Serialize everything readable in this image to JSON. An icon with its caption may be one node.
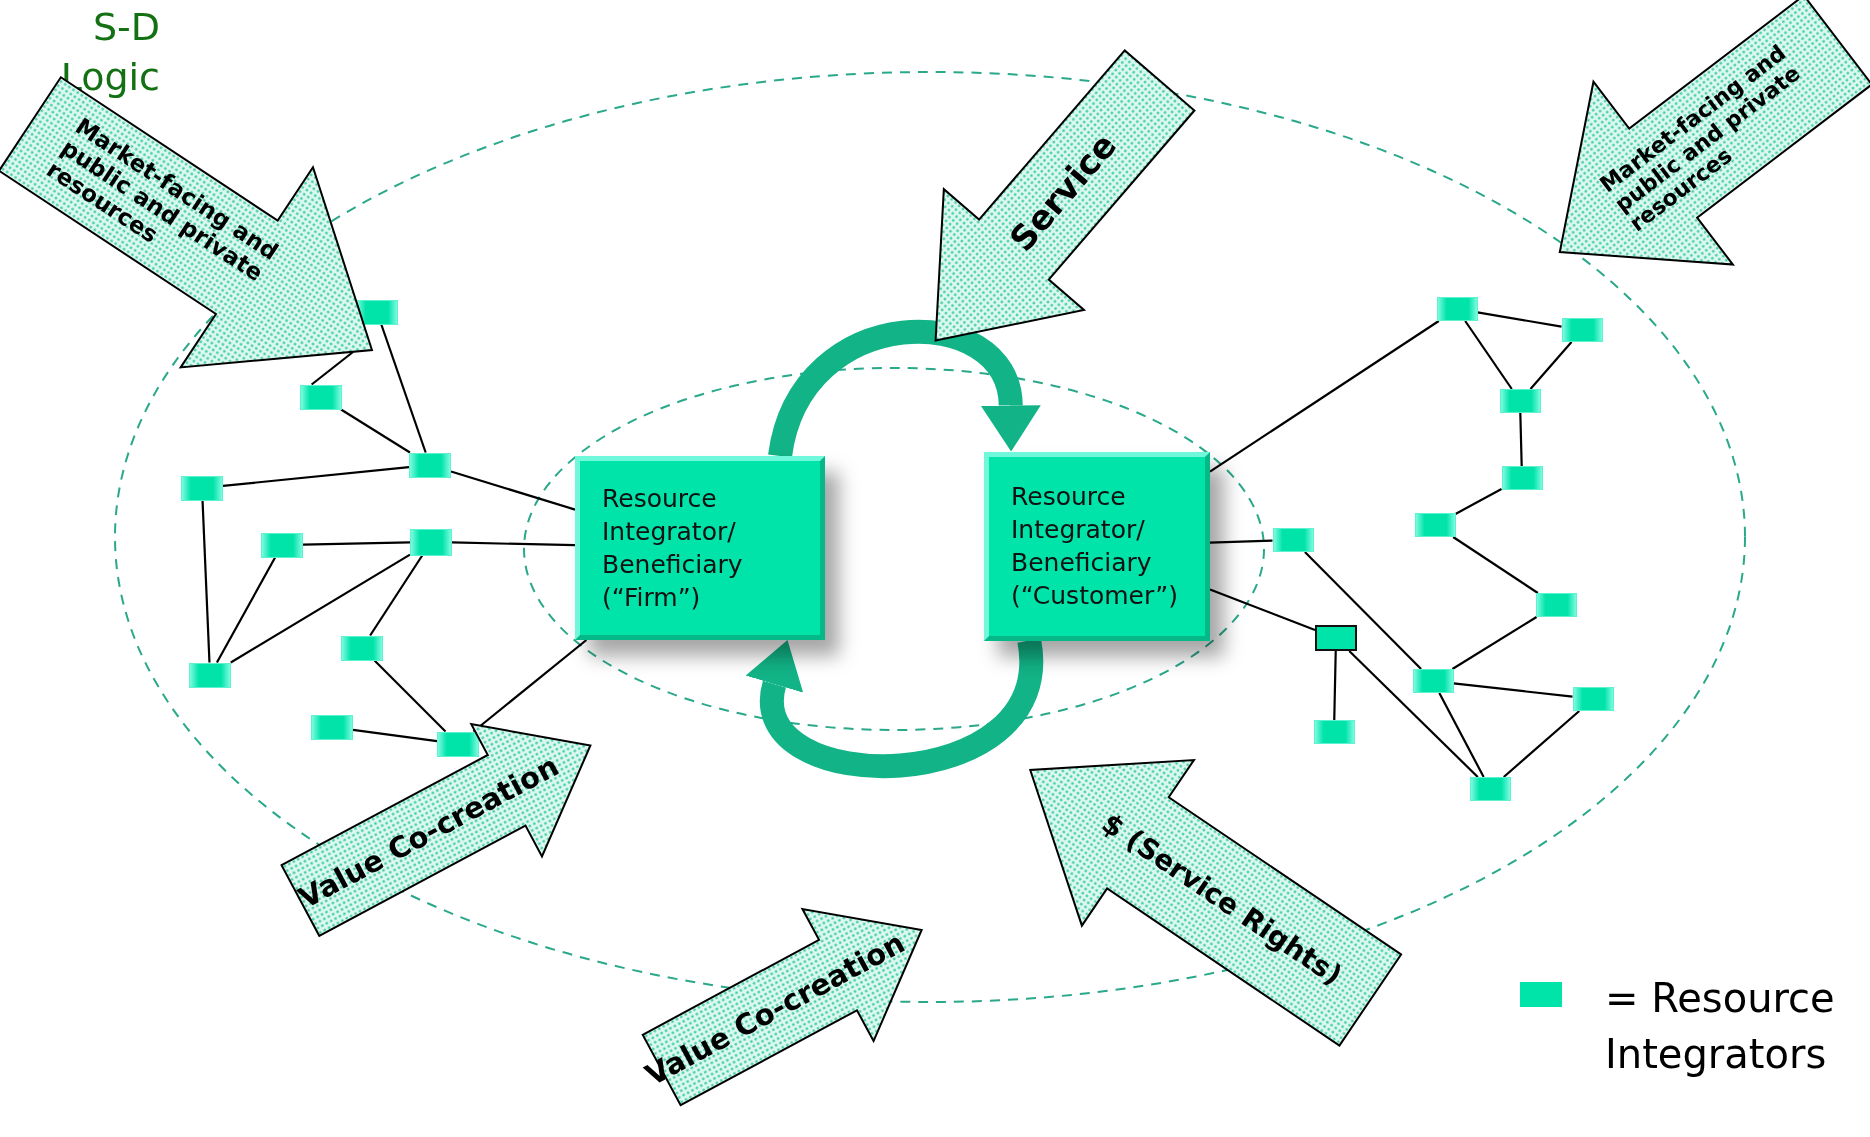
{
  "diagram": {
    "title": "S-D Logic",
    "nodes": [
      {
        "text": [
          "Market-facing and public and private resources"
        ]
      },
      {
        "text": [
          "Service"
        ]
      },
      {
        "text": [
          "Market-facing and public and private resources"
        ]
      },
      {
        "text": [
          "Resource Integrator/ Beneficiary (“Firm”)"
        ]
      },
      {
        "text": [
          "Resource Integrator/ Beneficiary (“Customer”)"
        ]
      },
      {
        "text": [
          "Value Co-creation"
        ]
      },
      {
        "text": [
          "Value Co-creation"
        ]
      },
      {
        "text": [
          "$ (Service Rights)"
        ]
      },
      {
        "text": [],
        "shape": "box"
      },
      {
        "text": [],
        "shape": "box"
      },
      {
        "text": [],
        "shape": "box"
      },
      {
        "text": [],
        "shape": "box"
      },
      {
        "text": [],
        "shape": "box"
      },
      {
        "text": [],
        "shape": "box"
      },
      {
        "text": [],
        "shape": "box"
      },
      {
        "text": [],
        "shape": "box"
      },
      {
        "text": [],
        "shape": "box"
      },
      {
        "text": [],
        "shape": "box"
      },
      {
        "text": [],
        "shape": "box"
      },
      {
        "text": [],
        "shape": "box"
      },
      {
        "text": [],
        "shape": "box"
      },
      {
        "text": [],
        "shape": "box"
      },
      {
        "text": [],
        "shape": "box"
      },
      {
        "text": [],
        "shape": "box"
      },
      {
        "text": [],
        "shape": "box"
      },
      {
        "text": [],
        "shape": "box"
      },
      {
        "text": [],
        "shape": "box"
      },
      {
        "text": [],
        "shape": "box"
      },
      {
        "text": [],
        "shape": "box"
      },
      {
        "text": [],
        "shape": "box"
      }
    ],
    "edges": [
      {
        "from": 3,
        "to": 4,
        "arrow": "to",
        "style": "thick",
        "color": "#12b386"
      },
      {
        "from": 4,
        "to": 3,
        "arrow": "to",
        "style": "thick",
        "color": "#12b386"
      },
      {
        "from": 8,
        "to": 10,
        "arrow": "none"
      },
      {
        "from": 9,
        "to": 0,
        "arrow": "none"
      },
      {
        "from": 9,
        "to": 10,
        "arrow": "none"
      },
      {
        "from": 10,
        "to": 3,
        "arrow": "none"
      },
      {
        "from": 11,
        "to": 10,
        "arrow": "none"
      },
      {
        "from": 11,
        "to": 14,
        "arrow": "none"
      },
      {
        "from": 12,
        "to": 13,
        "arrow": "none"
      },
      {
        "from": 13,
        "to": 3,
        "arrow": "none"
      },
      {
        "from": 12,
        "to": 14,
        "arrow": "none"
      },
      {
        "from": 14,
        "to": 13,
        "arrow": "none"
      },
      {
        "from": 13,
        "to": 15,
        "arrow": "none"
      },
      {
        "from": 15,
        "to": 17,
        "arrow": "none"
      },
      {
        "from": 16,
        "to": 17,
        "arrow": "none"
      },
      {
        "from": 17,
        "to": 3,
        "arrow": "none"
      },
      {
        "from": 4,
        "to": 18,
        "arrow": "none"
      },
      {
        "from": 4,
        "to": 23,
        "arrow": "none"
      },
      {
        "from": 4,
        "to": 24,
        "arrow": "none"
      },
      {
        "from": 18,
        "to": 19,
        "arrow": "none"
      },
      {
        "from": 18,
        "to": 20,
        "arrow": "none"
      },
      {
        "from": 19,
        "to": 20,
        "arrow": "none"
      },
      {
        "from": 20,
        "to": 21,
        "arrow": "none"
      },
      {
        "from": 21,
        "to": 22,
        "arrow": "none"
      },
      {
        "from": 22,
        "to": 25,
        "arrow": "none"
      },
      {
        "from": 25,
        "to": 26,
        "arrow": "none"
      },
      {
        "from": 23,
        "to": 26,
        "arrow": "none"
      },
      {
        "from": 24,
        "to": 28,
        "arrow": "none"
      },
      {
        "from": 24,
        "to": 29,
        "arrow": "none"
      },
      {
        "from": 26,
        "to": 27,
        "arrow": "none"
      },
      {
        "from": 26,
        "to": 29,
        "arrow": "none"
      },
      {
        "from": 27,
        "to": 29,
        "arrow": "none"
      }
    ],
    "legend": [
      {
        "text": "= Resource Integrators",
        "color": "#00e3a9"
      }
    ]
  }
}
